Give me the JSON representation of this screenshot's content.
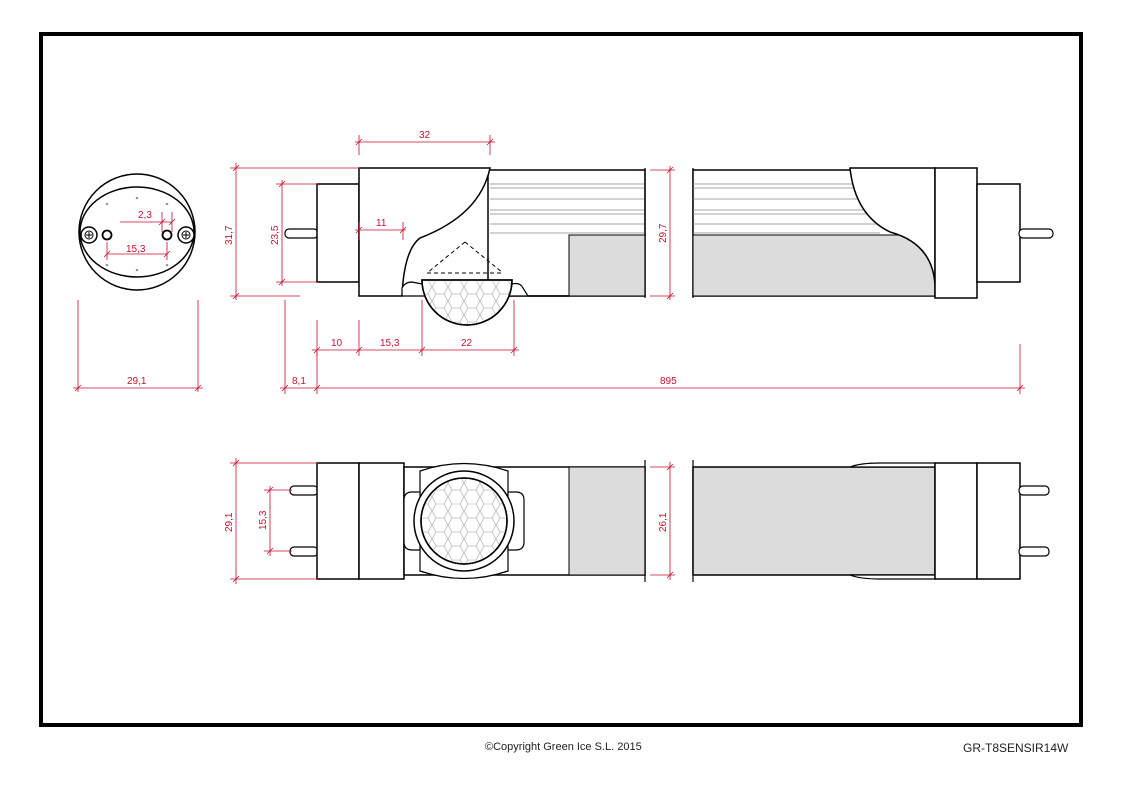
{
  "dimensions": {
    "end_view": {
      "pin_diameter": "2,3",
      "pin_spacing": "15,3",
      "tube_diameter": "29,1"
    },
    "side_view": {
      "sensor_housing_width": "32",
      "endcap_to_sensor": "11",
      "total_height": "31,7",
      "body_height": "23,5",
      "tube_height": "29,7",
      "cap_length": "10",
      "offset_to_sensor": "15,3",
      "sensor_width": "22",
      "pin_length": "8,1",
      "total_length": "895"
    },
    "top_view": {
      "tube_width": "29,1",
      "pin_spacing": "15,3",
      "tube_inner_width": "26,1"
    }
  },
  "footer": {
    "copyright": "©Copyright Green Ice S.L. 2015",
    "product_code": "GR-T8SENSIR14W"
  }
}
